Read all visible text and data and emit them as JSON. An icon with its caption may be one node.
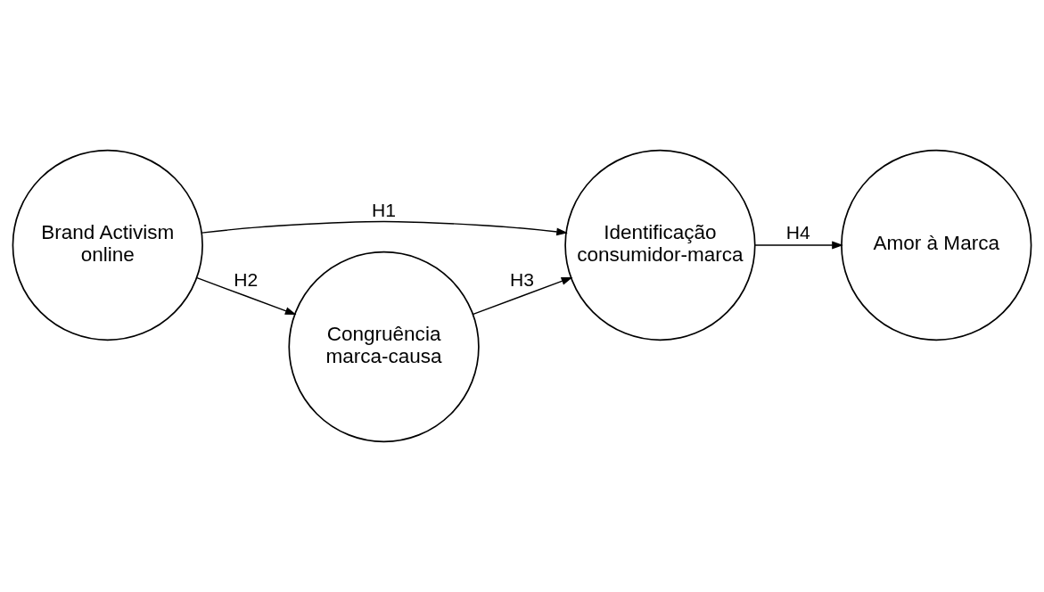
{
  "diagram": {
    "nodes": [
      {
        "text": [
          "Brand Activism online"
        ]
      },
      {
        "text": [
          "Identificação consumidor-marca"
        ]
      },
      {
        "text": [
          "Amor à Marca"
        ]
      },
      {
        "text": [
          "Congruência marca-causa"
        ]
      }
    ],
    "edges": [
      {
        "from": 0,
        "to": 1,
        "arrow": "to",
        "label": "H1"
      },
      {
        "from": 1,
        "to": 2,
        "arrow": "to",
        "label": "H4"
      },
      {
        "from": 0,
        "to": 3,
        "arrow": "to",
        "label": "H2"
      },
      {
        "from": 3,
        "to": 1,
        "arrow": "to",
        "label": "H3"
      }
    ]
  }
}
